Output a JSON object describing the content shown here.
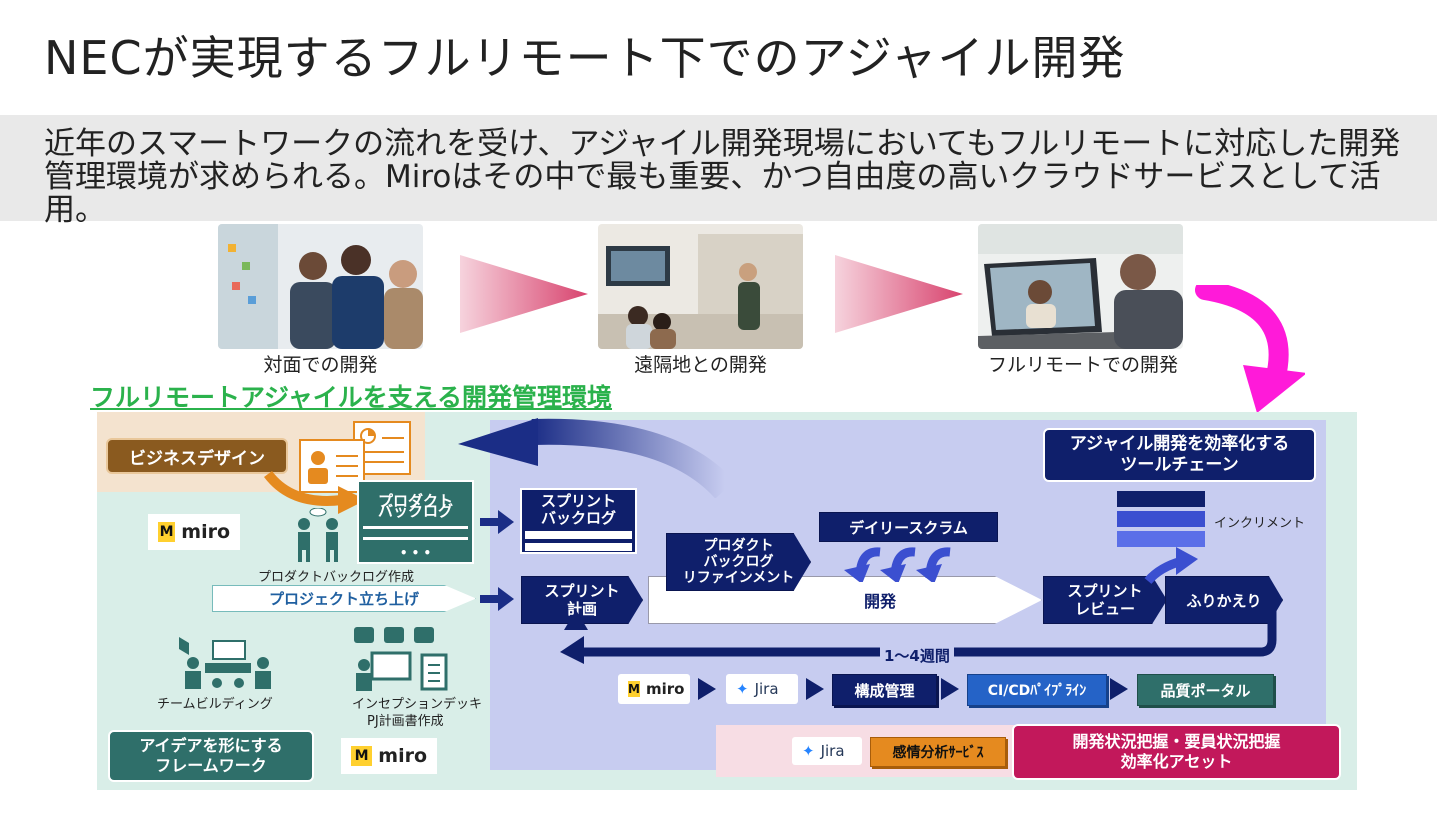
{
  "title": "NECが実現するフルリモート下でのアジャイル開発",
  "subtitle": "近年のスマートワークの流れを受け、アジャイル開発現場においてもフルリモートに対応した開発管理環境が求められる。Miroはその中で最も重要、かつ自由度の高いクラウドサービスとして活用。",
  "stages": [
    {
      "caption": "対面での開発"
    },
    {
      "caption": "遠隔地との開発"
    },
    {
      "caption": "フルリモートでの開発"
    }
  ],
  "section_title": "フルリモートアジャイルを支える開発管理環境",
  "business_design": "ビジネスデザイン",
  "product_backlog": [
    "プロダクト",
    "バックログ"
  ],
  "product_backlog_dots": "• • •",
  "product_backlog_creation": "プロダクトバックログ作成",
  "project_launch": "プロジェクト立ち上げ",
  "team_building": "チームビルディング",
  "inception": [
    "インセプションデッキ",
    "PJ計画書作成"
  ],
  "idea_framework": [
    "アイデアを形にする",
    "フレームワーク"
  ],
  "miro_label": "miro",
  "jira_label": "Jira",
  "sprint_backlog": [
    "スプリント",
    "バックログ"
  ],
  "sprint_planning": [
    "スプリント",
    "計画"
  ],
  "refinement": [
    "プロダクト",
    "バックログ",
    "リファインメント"
  ],
  "daily_scrum": "デイリースクラム",
  "development": "開発",
  "sprint_review": [
    "スプリント",
    "レビュー"
  ],
  "retrospective": "ふりかえり",
  "cycle": "1〜4週間",
  "increment": "インクリメント",
  "toolchain_title": [
    "アジャイル開発を効率化する",
    "ツールチェーン"
  ],
  "toolchain": [
    "構成管理",
    "CI/CDﾊﾟｲﾌﾟﾗｲﾝ",
    "品質ポータル"
  ],
  "sentiment": "感情分析ｻｰﾋﾞｽ",
  "asset_title": [
    "開発状況把握・要員状況把握",
    "効率化アセット"
  ],
  "colors": {
    "navy": "#0f1f6b",
    "teal": "#2f6f6a",
    "green_title": "#2bb24c",
    "orange": "#e58a1f",
    "brown": "#8a5a1f",
    "crimson": "#c2185b",
    "magenta_arrow": "#ff1ad9",
    "pink_arrow": "#d8436e",
    "light_green_bg": "#d9eee8",
    "lavender_bg": "#c7ccf0",
    "beige_bg": "#f4e3cf",
    "pink_bg": "#f7dde4"
  }
}
